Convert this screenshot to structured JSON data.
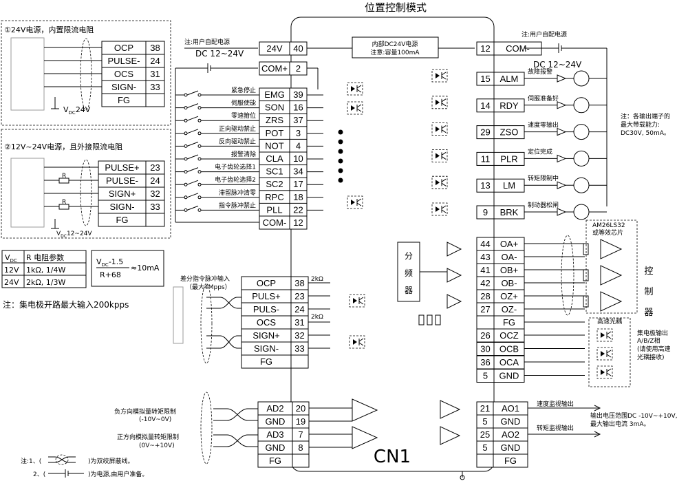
{
  "title": "位置控制模式",
  "connector": "CN1",
  "panels": {
    "left1_title": "①24V电源，内置限流电阻",
    "left1_pins": [
      {
        "name": "OCP",
        "num": "38"
      },
      {
        "name": "PULSE-",
        "num": "24"
      },
      {
        "name": "OCS",
        "num": "31"
      },
      {
        "name": "SIGN-",
        "num": "33"
      },
      {
        "name": "FG",
        "num": ""
      }
    ],
    "left1_vdc": "V",
    "left1_vdc_sub": "DC",
    "left1_vdc_val": "24V",
    "left2_title": "②12V~24V电源，且外接限流电阻",
    "left2_pins": [
      {
        "name": "PULSE+",
        "num": "23"
      },
      {
        "name": "PULSE-",
        "num": "24"
      },
      {
        "name": "SIGN+",
        "num": "32"
      },
      {
        "name": "SIGN-",
        "num": "33"
      },
      {
        "name": "FG",
        "num": ""
      }
    ],
    "left2_r": "R",
    "left2_vdc": "V",
    "left2_vdc_sub": "DC",
    "left2_vdc_val": "12~24V",
    "param_table": {
      "headers": [
        "V",
        "R  电阻参数"
      ],
      "header_sub": "DC",
      "rows": [
        [
          "12V",
          "1kΩ, 1/4W"
        ],
        [
          "24V",
          "2kΩ, 1/3W"
        ]
      ]
    },
    "formula_num": "V",
    "formula_num_sub": "DC",
    "formula_num_rest": "-1.5",
    "formula_den": "R+68",
    "formula_res": "≈10mA",
    "note_max": "注：集电极开路最大输入200kpps"
  },
  "input_section": {
    "user_power_note": "注:用户自配电源",
    "dc_label": "DC  12~24V",
    "pin_24v": {
      "name": "24V",
      "num": "40"
    },
    "pin_com_plus": {
      "name": "COM+",
      "num": "2"
    },
    "inputs": [
      {
        "label": "紧急停止",
        "name": "EMG",
        "num": "39"
      },
      {
        "label": "伺服使能",
        "name": "SON",
        "num": "16"
      },
      {
        "label": "零速箝位",
        "name": "ZRS",
        "num": "37"
      },
      {
        "label": "正向驱动禁止",
        "name": "POT",
        "num": "3"
      },
      {
        "label": "反向驱动禁止",
        "name": "NOT",
        "num": "4"
      },
      {
        "label": "报警清除",
        "name": "CLA",
        "num": "10"
      },
      {
        "label": "电子齿轮选择1",
        "name": "SC1",
        "num": "34"
      },
      {
        "label": "电子齿轮选择2",
        "name": "SC2",
        "num": "17"
      },
      {
        "label": "滞留脉冲清零",
        "name": "RPC",
        "num": "18"
      },
      {
        "label": "指令脉冲禁止",
        "name": "PLL",
        "num": "22"
      }
    ],
    "pin_com_minus": {
      "name": "COM-",
      "num": "12"
    }
  },
  "internal_power": {
    "line1": "内部DC24V电源",
    "line2": "注意:容量100mA"
  },
  "output_section": {
    "user_power_note": "注:用户自配电源",
    "dc_label": "DC  12~24V",
    "pin_com_minus": {
      "name": "COM-",
      "num": "12"
    },
    "outputs": [
      {
        "num": "15",
        "name": "ALM",
        "label": "故障报警"
      },
      {
        "num": "14",
        "name": "RDY",
        "label": "伺服准备好"
      },
      {
        "num": "29",
        "name": "ZSO",
        "label": "速度零输出"
      },
      {
        "num": "11",
        "name": "PLR",
        "label": "定位完成"
      },
      {
        "num": "13",
        "name": "LM",
        "label": "转矩限制中"
      },
      {
        "num": "9",
        "name": "BRK",
        "label": "制动器松闸"
      }
    ],
    "note": [
      "注：各输出端子的",
      "最大带载能力:",
      "DC30V, 50mA。"
    ]
  },
  "pulse_input": {
    "label_l1": "差分指令脉冲输入",
    "label_l2": "（最大4Mpps）",
    "pins": [
      {
        "name": "OCP",
        "num": "38"
      },
      {
        "name": "PULS+",
        "num": "23"
      },
      {
        "name": "PULS-",
        "num": "24"
      },
      {
        "name": "OCS",
        "num": "31"
      },
      {
        "name": "SIGN+",
        "num": "32"
      },
      {
        "name": "SIGN-",
        "num": "33"
      },
      {
        "name": "FG",
        "num": ""
      }
    ],
    "r_label": "2kΩ"
  },
  "encoder_output": {
    "divider": [
      "分",
      "频",
      "器"
    ],
    "chip": [
      "AM26LS32",
      "或等效芯片"
    ],
    "controller": [
      "控",
      "制",
      "器"
    ],
    "pins": [
      {
        "num": "44",
        "name": "OA+"
      },
      {
        "num": "43",
        "name": "OA-"
      },
      {
        "num": "41",
        "name": "OB+"
      },
      {
        "num": "42",
        "name": "OB-"
      },
      {
        "num": "28",
        "name": "OZ+"
      },
      {
        "num": "27",
        "name": "OZ-"
      },
      {
        "num": "",
        "name": "FG"
      },
      {
        "num": "26",
        "name": "OCZ"
      },
      {
        "num": "30",
        "name": "OCB"
      },
      {
        "num": "36",
        "name": "OCA"
      },
      {
        "num": "5",
        "name": "GND"
      }
    ],
    "optocoupler": "高速光耦",
    "opto_note": [
      "集电极输出",
      "A/B/Z相",
      "(请使用高速",
      "光耦接收)"
    ]
  },
  "analog_input": {
    "label_neg": [
      "负方向模拟量转矩限制",
      "(-10V~0V)"
    ],
    "label_pos": [
      "正方向模拟量转矩限制",
      "(0V~+10V)"
    ],
    "pins": [
      {
        "name": "AD2",
        "num": "20"
      },
      {
        "name": "GND",
        "num": "19"
      },
      {
        "name": "AD3",
        "num": "7"
      },
      {
        "name": "GND",
        "num": "8"
      },
      {
        "name": "FG",
        "num": ""
      }
    ]
  },
  "analog_output": {
    "pins": [
      {
        "num": "21",
        "name": "AO1"
      },
      {
        "num": "5",
        "name": "GND"
      },
      {
        "num": "25",
        "name": "AO2"
      },
      {
        "num": "5",
        "name": "GND"
      },
      {
        "num": "",
        "name": "FG"
      }
    ],
    "speed_label": "速度监视输出",
    "torque_label": "转矩监视输出",
    "range_note": [
      "输出电压范围DC -10V~+10V,",
      "最大输出电流 3mA。"
    ]
  },
  "footnotes": {
    "n1_prefix": "注:1、(",
    "n1_suffix": ")为双绞屏蔽线。",
    "n2_prefix": "2、(",
    "n2_suffix": ")为电源,由用户准备。"
  }
}
